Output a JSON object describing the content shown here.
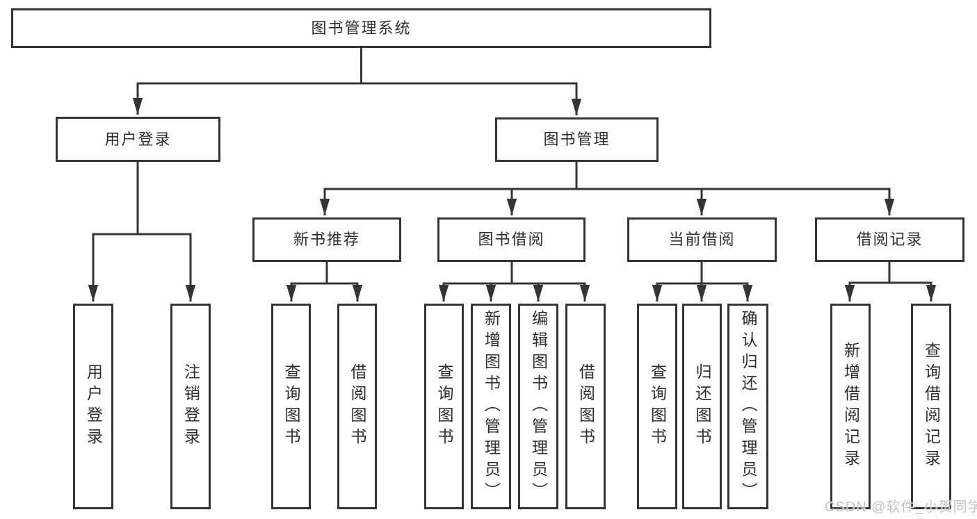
{
  "watermark": "CSDN @软件_小贺同学",
  "colors": {
    "line": "#343434",
    "text": "#2e2e2e",
    "background": "#ffffff",
    "watermark": "#c3c3c3"
  },
  "tree": {
    "root": {
      "label": "图书管理系统"
    },
    "branches": [
      {
        "label": "用户登录",
        "children": [
          {
            "label": "用户登录"
          },
          {
            "label": "注销登录"
          }
        ]
      },
      {
        "label": "图书管理",
        "children": [
          {
            "label": "新书推荐",
            "children": [
              {
                "label": "查询图书"
              },
              {
                "label": "借阅图书"
              }
            ]
          },
          {
            "label": "图书借阅",
            "children": [
              {
                "label": "查询图书"
              },
              {
                "label": "新增图书（管理员）"
              },
              {
                "label": "编辑图书（管理员）"
              },
              {
                "label": "借阅图书"
              }
            ]
          },
          {
            "label": "当前借阅",
            "children": [
              {
                "label": "查询图书"
              },
              {
                "label": "归还图书"
              },
              {
                "label": "确认归还（管理员）"
              }
            ]
          },
          {
            "label": "借阅记录",
            "children": [
              {
                "label": "新增借阅记录"
              },
              {
                "label": "查询借阅记录"
              }
            ]
          }
        ]
      }
    ]
  }
}
